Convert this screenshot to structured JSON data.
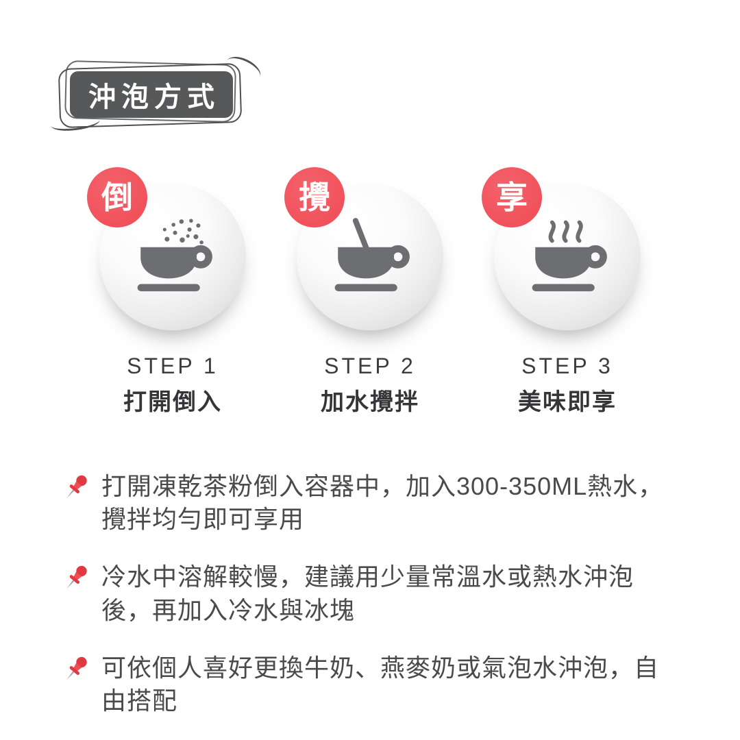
{
  "title": {
    "label": "沖泡方式"
  },
  "steps": [
    {
      "badge": "倒",
      "step_label": "STEP 1",
      "caption": "打開倒入",
      "icon": "cup-with-powder-icon"
    },
    {
      "badge": "攪",
      "step_label": "STEP 2",
      "caption": "加水攪拌",
      "icon": "cup-with-spoon-icon"
    },
    {
      "badge": "享",
      "step_label": "STEP 3",
      "caption": "美味即享",
      "icon": "cup-with-steam-icon"
    }
  ],
  "notes": [
    "打開凍乾茶粉倒入容器中，加入300-350ML熱水，攪拌均勻即可享用",
    "冷水中溶解較慢，建議用少量常溫水或熱水沖泡後，再加入冷水與冰塊",
    "可依個人喜好更換牛奶、燕麥奶或氣泡水沖泡，自由搭配"
  ],
  "colors": {
    "accent_red": "#f0515a",
    "badge_gray": "#57585a",
    "cup_gray": "#6d6e71",
    "text_dark": "#4a4a4c"
  }
}
